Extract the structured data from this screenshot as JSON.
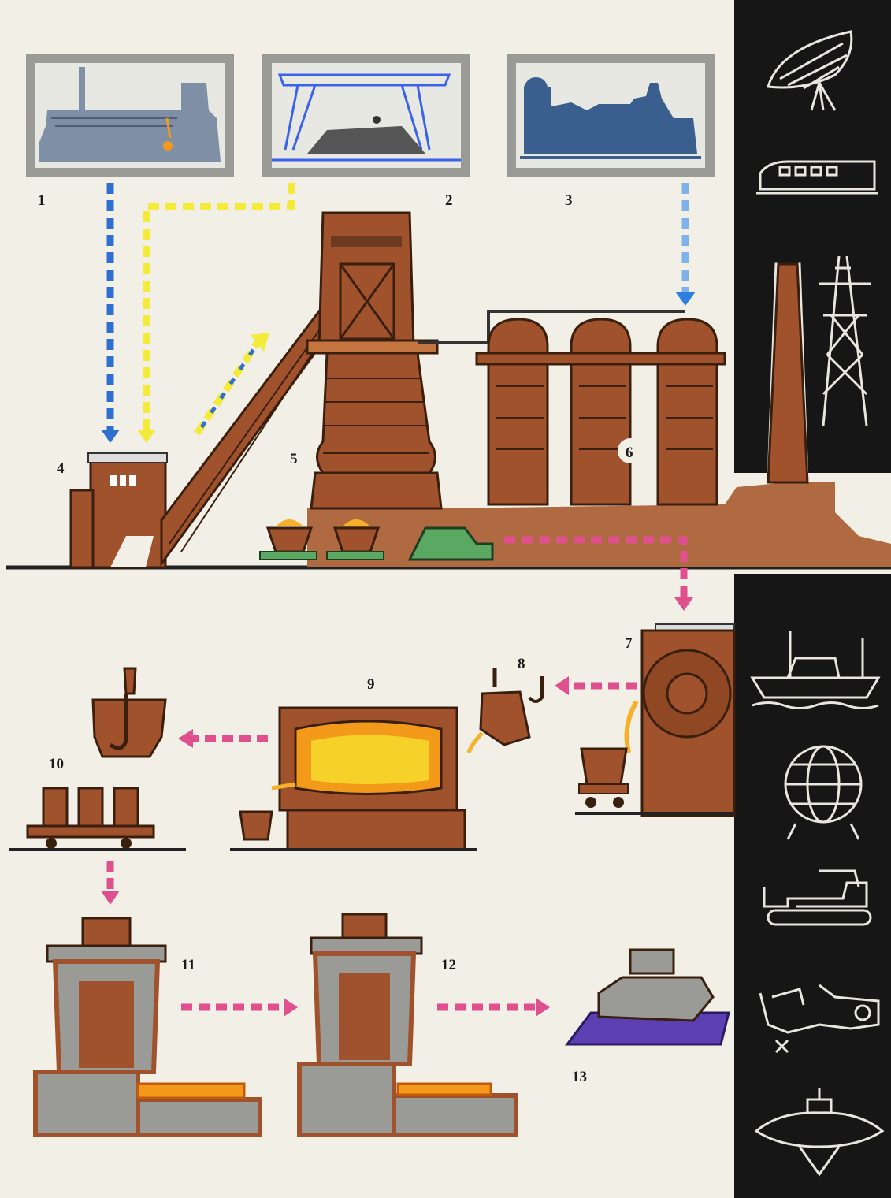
{
  "labels": {
    "n1": "1",
    "n2": "2",
    "n3": "3",
    "n4": "4",
    "n5": "5",
    "n6": "6",
    "n7": "7",
    "n8": "8",
    "n9": "9",
    "n10": "10",
    "n11": "11",
    "n12": "12",
    "n13": "13"
  },
  "colors": {
    "paper": "#f2efe6",
    "brick": "#a0522d",
    "brick_dark": "#6b3a1f",
    "steel_gray": "#9a9a96",
    "ore_blue": "#2f6fd0",
    "coke_yellow": "#f3ea3a",
    "hot_metal_pink": "#e0508f",
    "plant_blue": "#4a6f9c",
    "sidebar_black": "#161616",
    "sketch_white": "#e8e6de",
    "molten": "#f6b02a",
    "rail_violet": "#5c3fb0"
  },
  "icons": {
    "sidebar_top": [
      "radio-telescope-icon",
      "train-icon",
      "chimney-icon",
      "power-pylon-icon"
    ],
    "sidebar_bottom": [
      "ship-icon",
      "globe-satellite-icon",
      "tractor-icon",
      "machine-tool-icon",
      "icebreaker-icon"
    ]
  }
}
